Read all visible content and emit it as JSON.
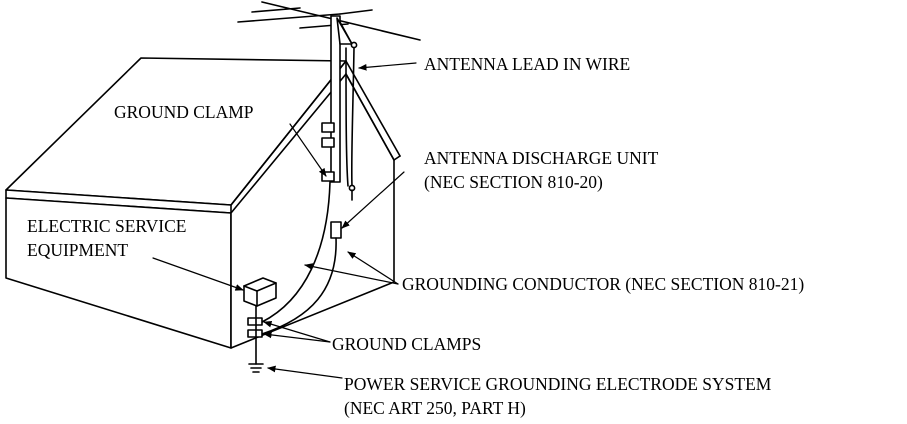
{
  "labels": {
    "antenna_lead_in_wire": "ANTENNA LEAD IN WIRE",
    "ground_clamp": "GROUND  CLAMP",
    "antenna_discharge_unit_line1": "ANTENNA DISCHARGE UNIT",
    "antenna_discharge_unit_line2": "(NEC SECTION 810-20)",
    "electric_service_line1": "ELECTRIC SERVICE",
    "electric_service_line2": "EQUIPMENT",
    "grounding_conductor": "GROUNDING CONDUCTOR  (NEC SECTION 810-21)",
    "ground_clamps": "GROUND CLAMPS",
    "electrode_line1": "POWER SERVICE GROUNDING ELECTRODE SYSTEM",
    "electrode_line2": "(NEC ART 250, PART H)"
  },
  "colors": {
    "line": "#000000",
    "background": "#ffffff"
  }
}
